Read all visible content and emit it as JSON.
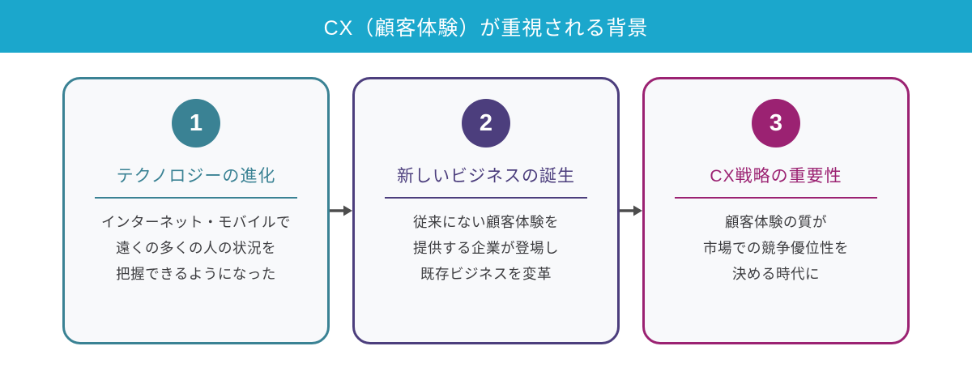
{
  "header": {
    "title": "CX（顧客体験）が重視される背景",
    "bg_color": "#1BA7CC",
    "text_color": "#FFFFFF"
  },
  "cards": [
    {
      "number": "1",
      "accent": "#3A8294",
      "title": "テクノロジーの進化",
      "body_lines": [
        "インターネット・モバイルで",
        "遠くの多くの人の状況を",
        "把握できるようになった"
      ]
    },
    {
      "number": "2",
      "accent": "#4C3E7D",
      "title": "新しいビジネスの誕生",
      "body_lines": [
        "従来にない顧客体験を",
        "提供する企業が登場し",
        "既存ビジネスを変革"
      ]
    },
    {
      "number": "3",
      "accent": "#9B2272",
      "title": "CX戦略の重要性",
      "body_lines": [
        "顧客体験の質が",
        "市場での競争優位性を",
        "決める時代に"
      ]
    }
  ],
  "arrow": {
    "color": "#4D4D4D",
    "direction": "right"
  },
  "colors": {
    "page_bg": "#FFFFFF",
    "card_bg": "#F8F9FB",
    "body_text": "#3D3D40"
  }
}
